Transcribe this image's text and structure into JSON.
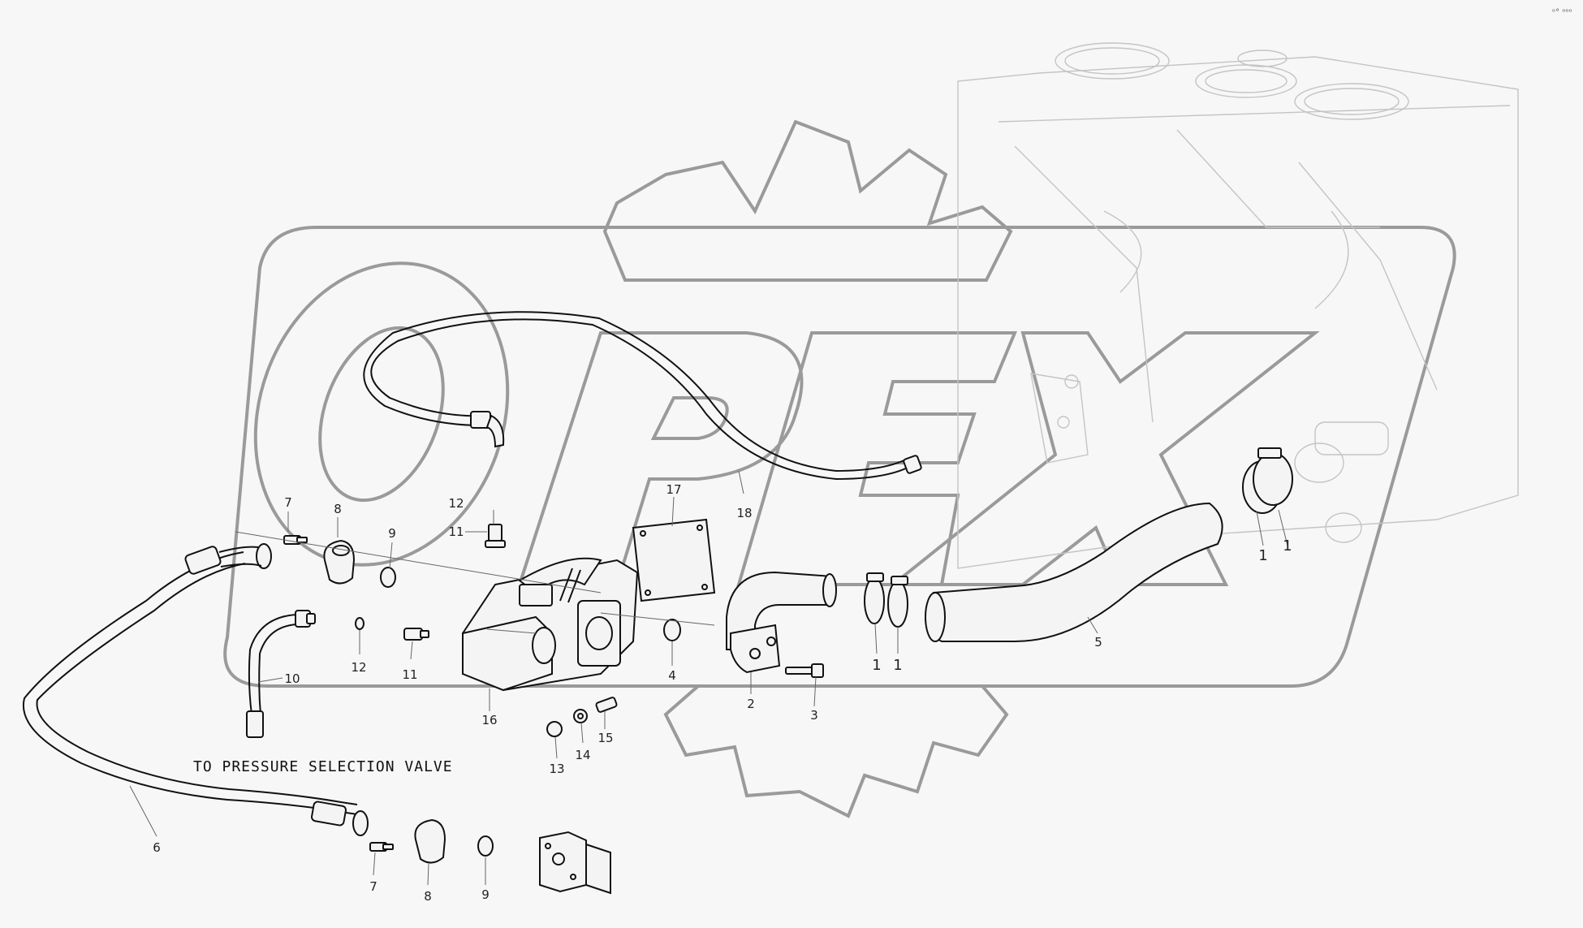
{
  "diagram": {
    "corner_mark": "ᵒ° ᵒᵒᵒ",
    "note": "TO PRESSURE SELECTION VALVE",
    "callouts": [
      {
        "id": "c7a",
        "label": "7"
      },
      {
        "id": "c8a",
        "label": "8"
      },
      {
        "id": "c9a",
        "label": "9"
      },
      {
        "id": "c12a",
        "label": "12"
      },
      {
        "id": "c11a",
        "label": "11"
      },
      {
        "id": "c17",
        "label": "17"
      },
      {
        "id": "c18",
        "label": "18"
      },
      {
        "id": "c1a",
        "label": "1"
      },
      {
        "id": "c1b",
        "label": "1"
      },
      {
        "id": "c1c",
        "label": "1"
      },
      {
        "id": "c1d",
        "label": "1"
      },
      {
        "id": "c12b",
        "label": "12"
      },
      {
        "id": "c11b",
        "label": "11"
      },
      {
        "id": "c10",
        "label": "10"
      },
      {
        "id": "c16",
        "label": "16"
      },
      {
        "id": "c4",
        "label": "4"
      },
      {
        "id": "c2",
        "label": "2"
      },
      {
        "id": "c3",
        "label": "3"
      },
      {
        "id": "c5",
        "label": "5"
      },
      {
        "id": "c15",
        "label": "15"
      },
      {
        "id": "c14",
        "label": "14"
      },
      {
        "id": "c13",
        "label": "13"
      },
      {
        "id": "c6",
        "label": "6"
      },
      {
        "id": "c7b",
        "label": "7"
      },
      {
        "id": "c8b",
        "label": "8"
      },
      {
        "id": "c9b",
        "label": "9"
      }
    ]
  }
}
